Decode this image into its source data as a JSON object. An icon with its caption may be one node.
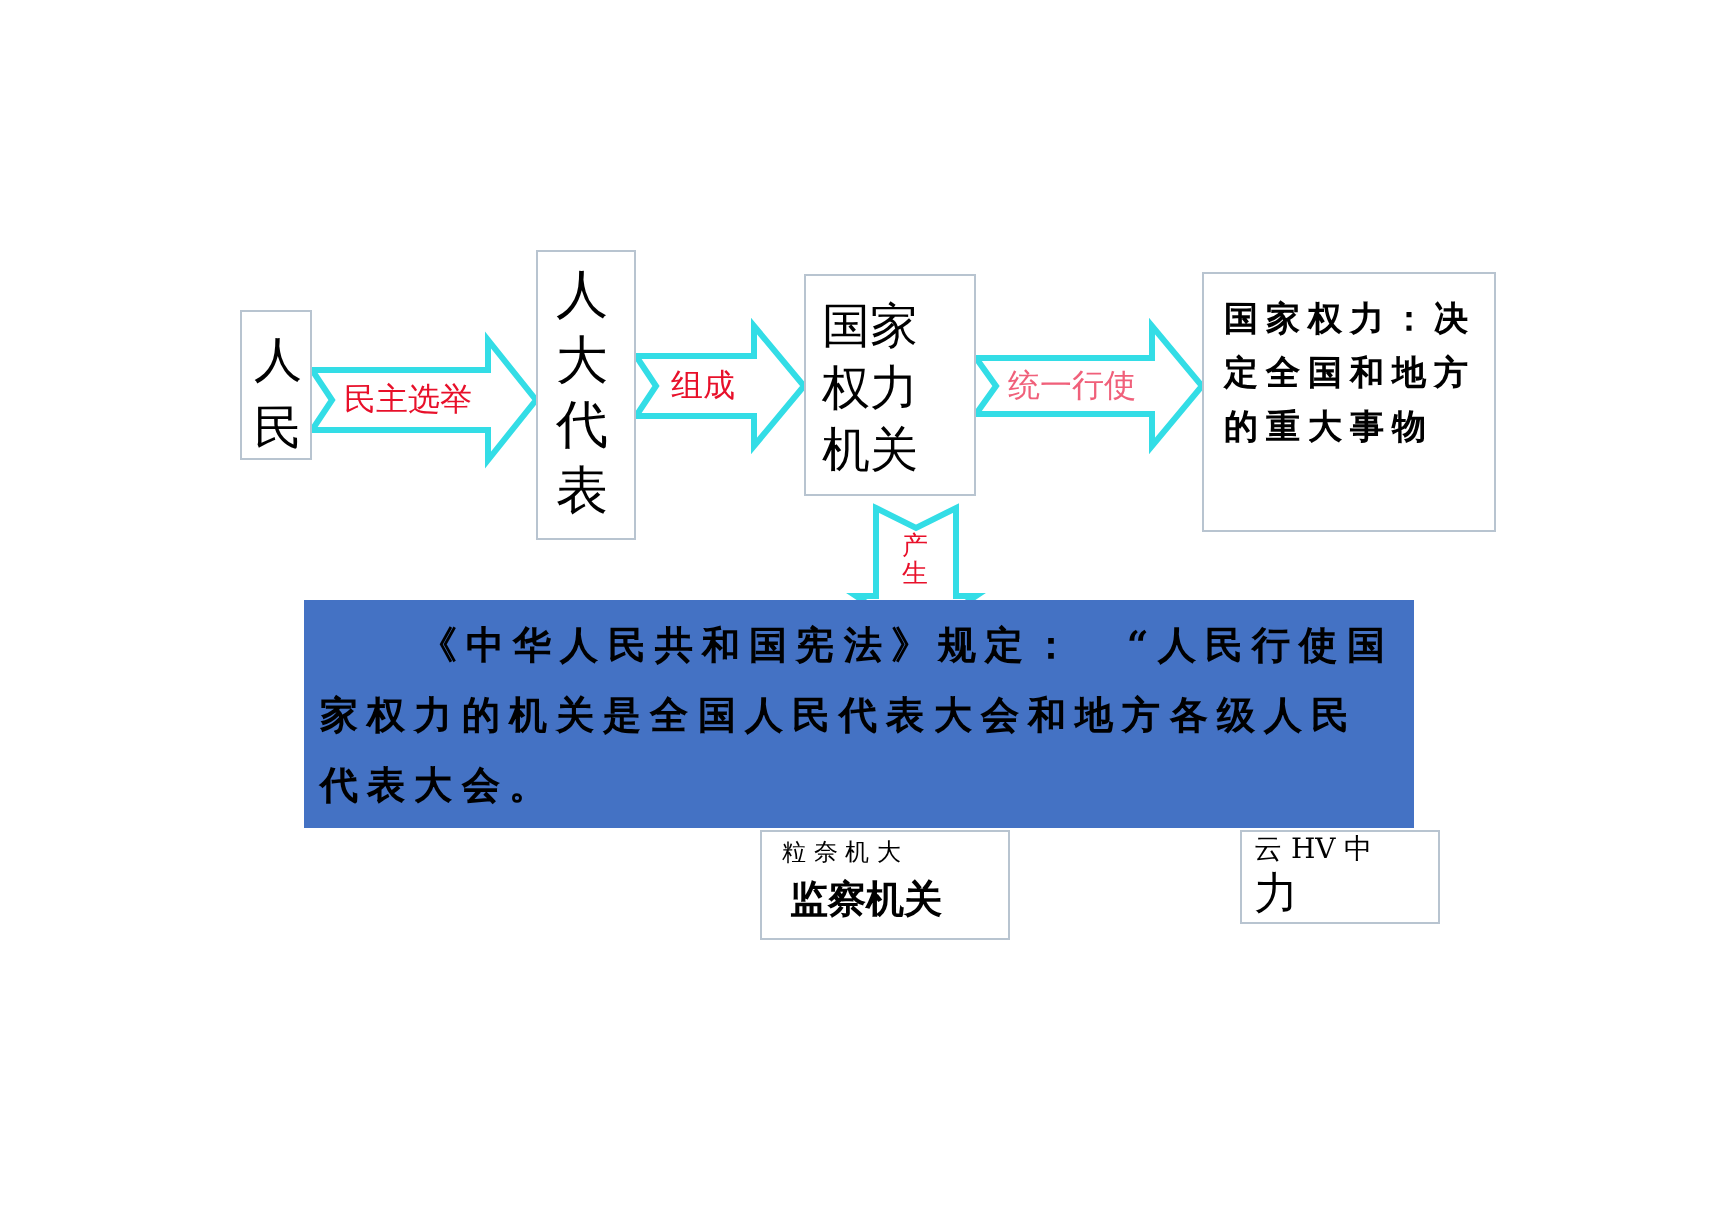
{
  "diagram": {
    "nodes": [
      {
        "text": [
          "人民"
        ]
      },
      {
        "text": [
          "人大代表"
        ]
      },
      {
        "text": [
          "国家权力机关"
        ]
      },
      {
        "text": [
          "国家权力：决定全国和地方的重大事物"
        ]
      },
      {
        "text": [
          "粒 奈 机 大",
          "监察机关"
        ]
      },
      {
        "text": [
          "云 HV 中",
          "力"
        ]
      },
      {
        "text": [
          "《中华人民共和国宪法》规定：　“人民行使国家权力的机关是全国人民代表大会和地方各级人民代表大会。"
        ]
      }
    ],
    "edges": [
      {
        "from": 0,
        "to": 1,
        "arrow": "to",
        "label": "民主选举"
      },
      {
        "from": 1,
        "to": 2,
        "arrow": "to",
        "label": "组成"
      },
      {
        "from": 2,
        "to": 3,
        "arrow": "to",
        "label": "统一行使"
      },
      {
        "from": 2,
        "to": null,
        "arrow": "to",
        "label": "产生"
      }
    ]
  }
}
